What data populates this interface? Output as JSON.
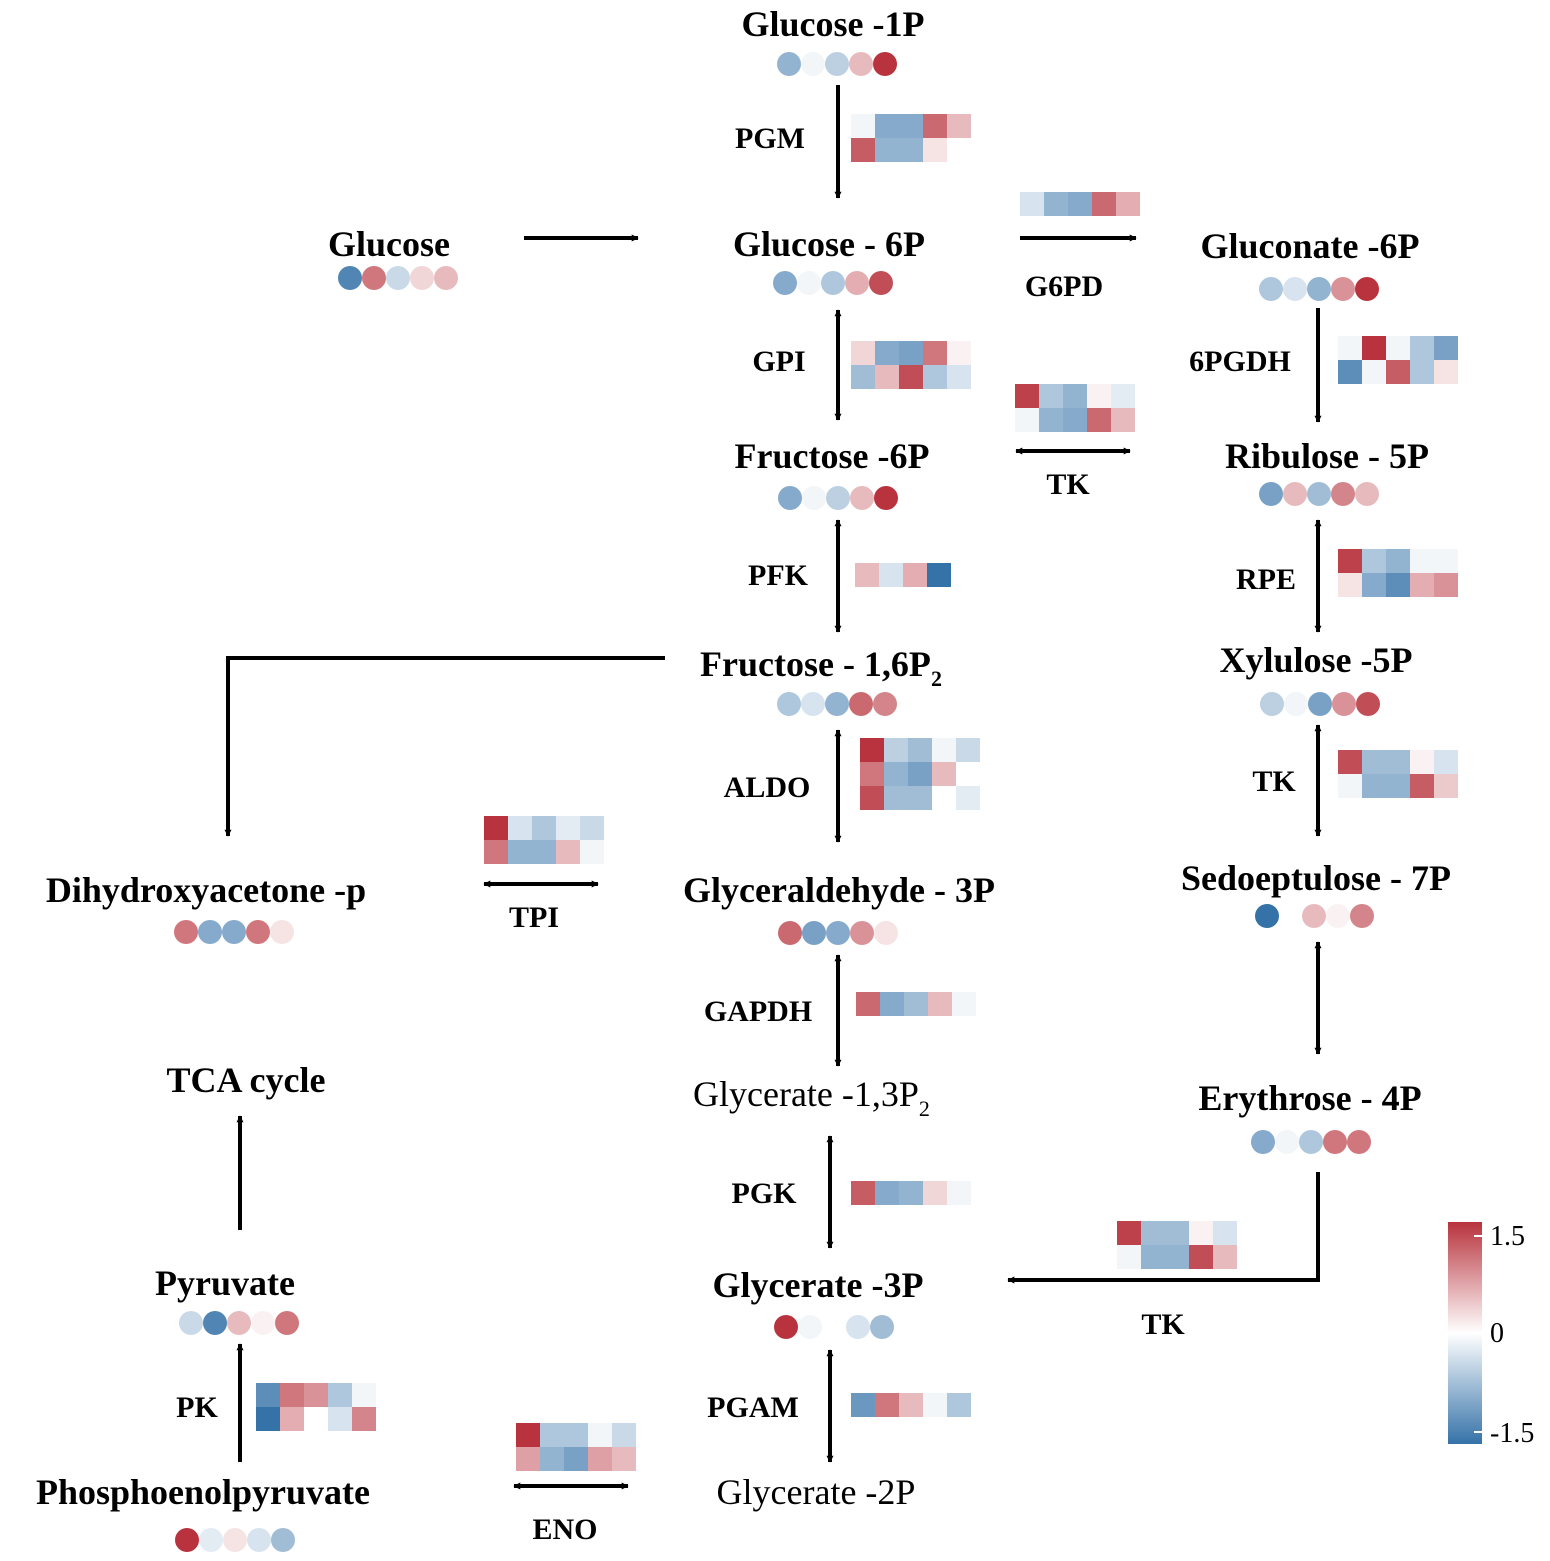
{
  "metabolites": [
    {
      "id": "glucose-1p",
      "label": "Glucose -1P",
      "values": [
        -0.8,
        -0.1,
        -0.5,
        0.5,
        1.5
      ]
    },
    {
      "id": "glucose",
      "label": "Glucose",
      "values": [
        -1.3,
        1.0,
        -0.4,
        0.3,
        0.5
      ]
    },
    {
      "id": "glucose-6p",
      "label": "Glucose - 6P",
      "values": [
        -0.9,
        -0.1,
        -0.6,
        0.6,
        1.3
      ]
    },
    {
      "id": "gluconate-6p",
      "label": "Gluconate -6P",
      "values": [
        -0.6,
        -0.3,
        -0.8,
        0.8,
        1.5
      ]
    },
    {
      "id": "fructose-6p",
      "label": "Fructose -6P",
      "values": [
        -0.9,
        -0.1,
        -0.5,
        0.5,
        1.5
      ]
    },
    {
      "id": "ribulose-5p",
      "label": "Ribulose - 5P",
      "values": [
        -1.0,
        0.5,
        -0.7,
        0.9,
        0.5
      ]
    },
    {
      "id": "fructose-16p2",
      "label": "Fructose - 1,6P",
      "sub": "2",
      "values": [
        -0.6,
        -0.3,
        -0.8,
        1.1,
        0.9
      ]
    },
    {
      "id": "xylulose-5p",
      "label": "Xylulose -5P",
      "values": [
        -0.5,
        -0.1,
        -1.0,
        0.8,
        1.3
      ]
    },
    {
      "id": "dihydroxyacetone-p",
      "label": "Dihydroxyacetone -p",
      "values": [
        1.0,
        -0.9,
        -0.9,
        1.0,
        0.2
      ]
    },
    {
      "id": "glyceraldehyde-3p",
      "label": "Glyceraldehyde - 3P",
      "values": [
        1.1,
        -1.0,
        -0.9,
        0.8,
        0.2
      ]
    },
    {
      "id": "sedoeptulose-7p",
      "label": "Sedoeptulose  - 7P",
      "values": [
        -1.5,
        0.5,
        0.1,
        0.9
      ]
    },
    {
      "id": "glycerate-13p2",
      "label": "Glycerate -1,3P",
      "sub": "2",
      "values": []
    },
    {
      "id": "erythrose-4p",
      "label": "Erythrose  - 4P",
      "values": [
        -0.9,
        -0.1,
        -0.6,
        1.0,
        1.0
      ]
    },
    {
      "id": "tca-cycle",
      "label": "TCA cycle",
      "values": []
    },
    {
      "id": "pyruvate",
      "label": "Pyruvate",
      "values": [
        -0.4,
        -1.3,
        0.5,
        0.1,
        1.0
      ]
    },
    {
      "id": "glycerate-3p",
      "label": "Glycerate -3P",
      "values": [
        1.5,
        -0.1,
        0.0,
        -0.3,
        -0.7
      ]
    },
    {
      "id": "phosphoenolpyruvate",
      "label": "Phosphoenolpyruvate",
      "values": [
        1.5,
        -0.2,
        0.2,
        -0.3,
        -0.7
      ]
    },
    {
      "id": "glycerate-2p",
      "label": "Glycerate -2P",
      "values": []
    }
  ],
  "enzymes": [
    {
      "id": "pgm",
      "label": "PGM",
      "rows": [
        [
          -0.1,
          -0.9,
          -0.9,
          1.1,
          0.5
        ],
        [
          1.2,
          -0.8,
          -0.8,
          0.2,
          0.0
        ]
      ]
    },
    {
      "id": "g6pd",
      "label": "G6PD",
      "rows": [
        [
          -0.3,
          -0.8,
          -0.9,
          1.1,
          0.6
        ]
      ]
    },
    {
      "id": "gpi",
      "label": "GPI",
      "rows": [
        [
          0.3,
          -0.9,
          -1.0,
          1.0,
          0.1
        ],
        [
          -0.7,
          0.5,
          1.3,
          -0.6,
          -0.3
        ]
      ]
    },
    {
      "id": "6pgdh",
      "label": "6PGDH",
      "rows": [
        [
          -0.1,
          1.5,
          -0.1,
          -0.6,
          -1.0
        ],
        [
          -1.2,
          -0.1,
          1.2,
          -0.6,
          0.2
        ]
      ]
    },
    {
      "id": "tk-1",
      "label": "TK",
      "rows": [
        [
          1.4,
          -0.6,
          -0.8,
          0.1,
          -0.2
        ],
        [
          -0.1,
          -0.8,
          -0.9,
          1.1,
          0.5
        ]
      ]
    },
    {
      "id": "pfk",
      "label": "PFK",
      "rows": [
        [
          0.5,
          -0.3,
          0.6,
          -1.5
        ]
      ]
    },
    {
      "id": "rpe",
      "label": "RPE",
      "rows": [
        [
          1.4,
          -0.6,
          -0.8,
          -0.1,
          -0.1
        ],
        [
          0.2,
          -0.9,
          -1.2,
          0.6,
          0.8
        ]
      ]
    },
    {
      "id": "aldo",
      "label": "ALDO",
      "rows": [
        [
          1.5,
          -0.5,
          -0.7,
          -0.1,
          -0.4
        ],
        [
          1.0,
          -0.8,
          -1.0,
          0.5,
          0.0
        ],
        [
          1.3,
          -0.7,
          -0.7,
          0.0,
          -0.2
        ]
      ]
    },
    {
      "id": "tpi",
      "label": "TPI",
      "rows": [
        [
          1.5,
          -0.3,
          -0.6,
          -0.2,
          -0.4
        ],
        [
          1.0,
          -0.8,
          -0.8,
          0.5,
          -0.1
        ]
      ]
    },
    {
      "id": "tk-2",
      "label": "TK",
      "rows": [
        [
          1.3,
          -0.7,
          -0.7,
          0.1,
          -0.3
        ],
        [
          -0.1,
          -0.8,
          -0.8,
          1.2,
          0.4
        ]
      ]
    },
    {
      "id": "gapdh",
      "label": "GAPDH",
      "rows": [
        [
          1.1,
          -0.9,
          -0.7,
          0.5,
          -0.1
        ]
      ]
    },
    {
      "id": "pgk",
      "label": "PGK",
      "rows": [
        [
          1.2,
          -0.9,
          -0.8,
          0.3,
          -0.1
        ]
      ]
    },
    {
      "id": "tk-3",
      "label": "TK",
      "rows": [
        [
          1.4,
          -0.7,
          -0.7,
          0.1,
          -0.3
        ],
        [
          -0.1,
          -0.8,
          -0.8,
          1.3,
          0.5
        ]
      ]
    },
    {
      "id": "pk",
      "label": "PK",
      "rows": [
        [
          -1.2,
          1.0,
          0.8,
          -0.6,
          -0.1
        ],
        [
          -1.5,
          0.6,
          0.0,
          -0.3,
          0.9
        ]
      ]
    },
    {
      "id": "pgam",
      "label": "PGAM",
      "rows": [
        [
          -1.1,
          1.0,
          0.5,
          -0.1,
          -0.6
        ]
      ]
    },
    {
      "id": "eno",
      "label": "ENO",
      "rows": [
        [
          1.5,
          -0.6,
          -0.6,
          -0.1,
          -0.4
        ],
        [
          0.7,
          -0.8,
          -1.0,
          0.7,
          0.5
        ]
      ]
    }
  ],
  "color_scale": {
    "max_label": "1.5",
    "mid_label": "0",
    "min_label": "-1.5",
    "min": -1.5,
    "max": 1.5,
    "high_color": "#b8333d",
    "mid_color": "#ffffff",
    "low_color": "#3572a8"
  }
}
